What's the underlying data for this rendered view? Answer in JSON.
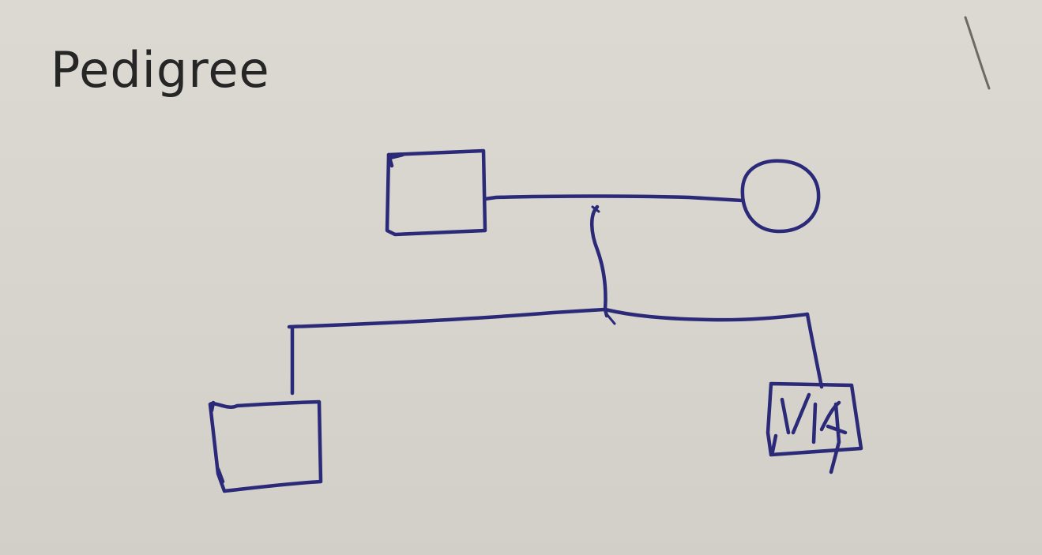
{
  "title": "Pedigree",
  "colors": {
    "paper": "#d9d6cf",
    "ink": "#2b2a78",
    "title_text": "#262626"
  },
  "pedigree": {
    "individuals": [
      {
        "id": "father",
        "symbol": "square",
        "sex": "male",
        "generation": 1,
        "affected": false
      },
      {
        "id": "mother",
        "symbol": "circle",
        "sex": "female",
        "generation": 1,
        "affected": false
      },
      {
        "id": "child-left",
        "symbol": "square",
        "sex": "male",
        "generation": 2,
        "affected": false
      },
      {
        "id": "child-right",
        "symbol": "square",
        "sex": "male",
        "generation": 2,
        "affected": true
      }
    ],
    "relationships": [
      {
        "type": "mating",
        "partners": [
          "father",
          "mother"
        ]
      },
      {
        "type": "offspring",
        "parents": [
          "father",
          "mother"
        ],
        "children": [
          "child-left",
          "child-right"
        ]
      }
    ]
  }
}
